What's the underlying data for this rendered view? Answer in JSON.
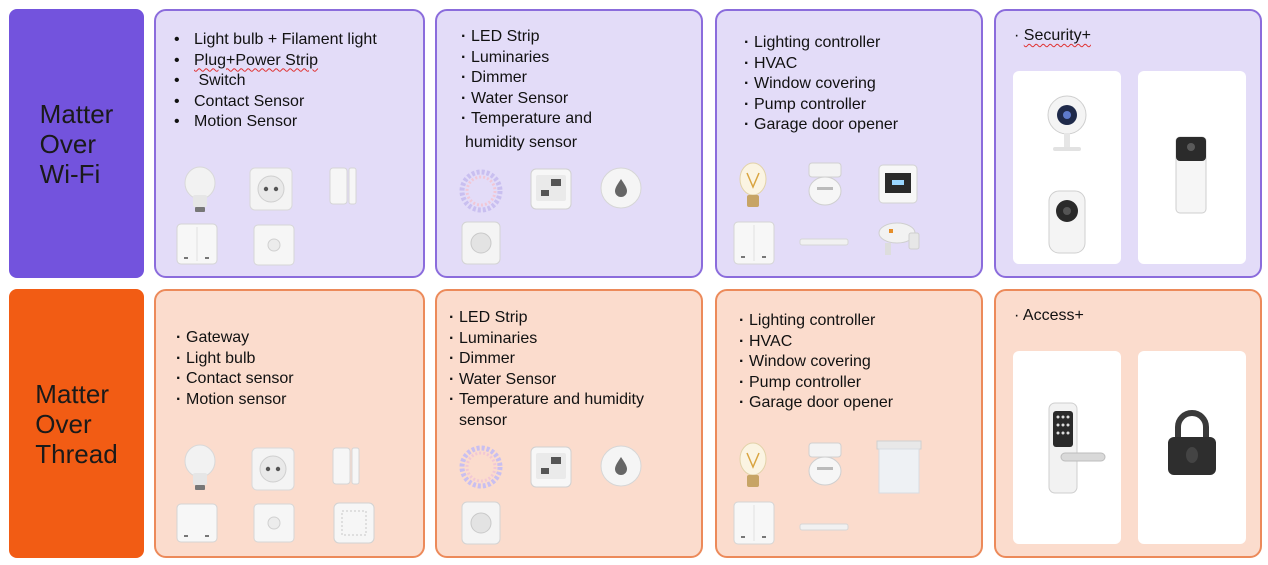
{
  "rows": [
    {
      "label": [
        "Matter",
        "Over",
        "Wi-Fi"
      ],
      "cards": [
        [
          "Light bulb + Filament light",
          "Plug+Power Strip",
          " Switch",
          "Contact Sensor",
          "Motion Sensor"
        ],
        [
          "LED Strip",
          "Luminaries",
          "Dimmer",
          "Water Sensor",
          "Temperature and",
          "humidity sensor"
        ],
        [
          "Lighting controller",
          "HVAC",
          "Window covering",
          "Pump controller",
          "Garage door opener"
        ],
        [
          "Security+"
        ]
      ]
    },
    {
      "label": [
        "Matter",
        "Over",
        "Thread"
      ],
      "cards": [
        [
          "Gateway",
          "Light bulb",
          "Contact sensor",
          "Motion sensor"
        ],
        [
          "LED Strip",
          "Luminaries",
          "Dimmer",
          "Water Sensor",
          "Temperature and humidity",
          "sensor"
        ],
        [
          "Lighting controller",
          "HVAC",
          "Window covering",
          "Pump controller",
          "Garage door opener"
        ],
        [
          "Access+"
        ]
      ]
    }
  ],
  "colors": {
    "wifi_label": "#7353dd",
    "thread_label": "#f25c14",
    "wifi_card": "#e3dcf8",
    "thread_card": "#fbdccd"
  }
}
